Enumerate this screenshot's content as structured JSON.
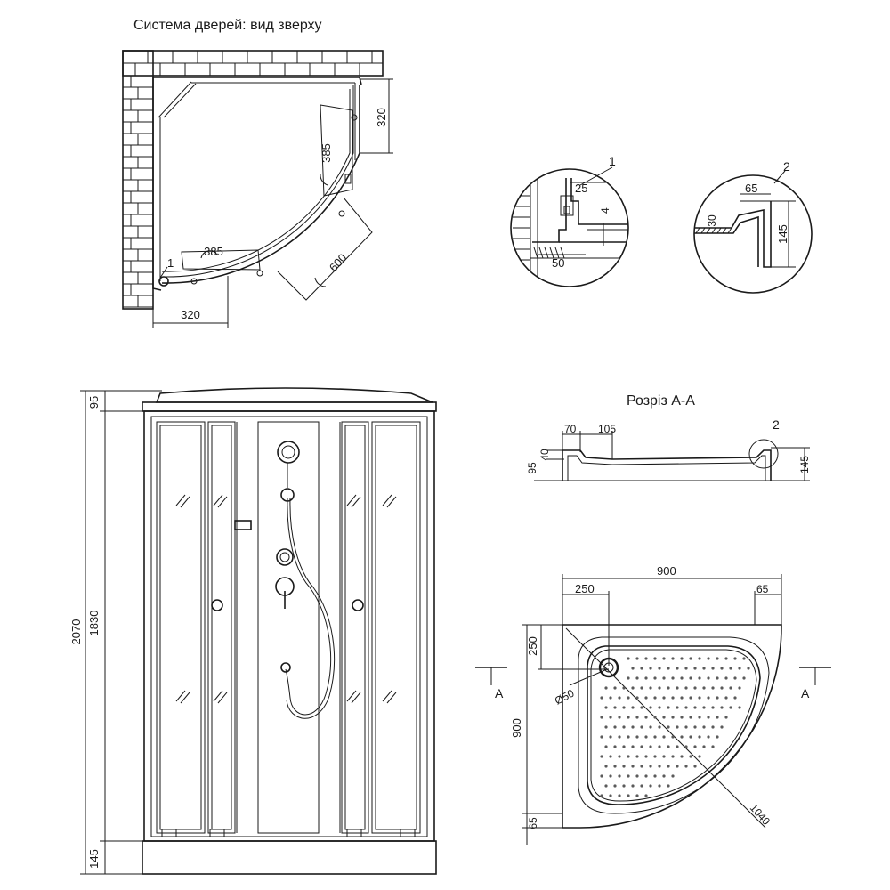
{
  "titles": {
    "top_view": "Система дверей: вид зверху",
    "section": "Розріз А-А"
  },
  "top_view": {
    "dim_right": "320",
    "dim_bottom": "320",
    "door_top": "385",
    "door_left": "385",
    "door_diag": "600",
    "callout": "1"
  },
  "detail1": {
    "callout": "1",
    "dim_25": "25",
    "dim_4": "4",
    "dim_50": "50"
  },
  "detail2": {
    "callout": "2",
    "dim_65": "65",
    "dim_30": "30",
    "dim_145": "145"
  },
  "front_view": {
    "dim_95": "95",
    "dim_1830": "1830",
    "dim_2070": "2070",
    "dim_145": "145"
  },
  "section": {
    "dim_70": "70",
    "dim_105": "105",
    "dim_40": "40",
    "dim_95": "95",
    "dim_145": "145",
    "callout": "2"
  },
  "tray_plan": {
    "dim_900_top": "900",
    "dim_250_top": "250",
    "dim_65_top": "65",
    "dim_250_left": "250",
    "dim_900_left": "900",
    "dim_65_left": "65",
    "dim_d50": "Ø50",
    "dim_1040": "1040",
    "mark_left": "A",
    "mark_right": "A"
  },
  "colors": {
    "line": "#1a1a1a",
    "brick": "#1a1a1a",
    "background": "#ffffff"
  }
}
